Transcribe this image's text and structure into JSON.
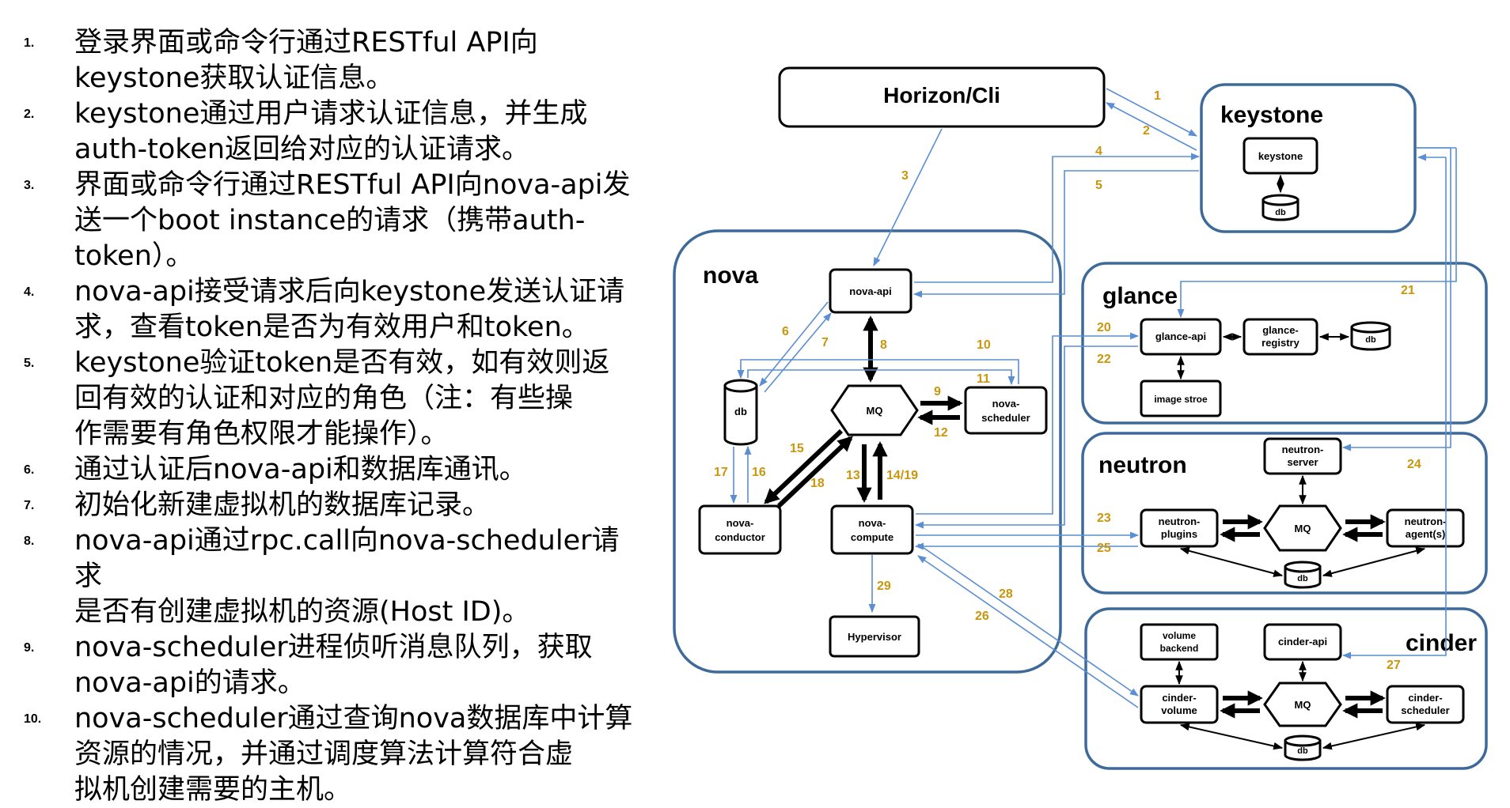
{
  "steps": [
    {
      "num": "1.",
      "lines": [
        "登录界面或命令行通过RESTful API向",
        "keystone获取认证信息。"
      ]
    },
    {
      "num": "2.",
      "lines": [
        "keystone通过用户请求认证信息，并生成",
        "auth-token返回给对应的认证请求。"
      ]
    },
    {
      "num": "3.",
      "lines": [
        "界面或命令行通过RESTful API向nova-api发",
        "送一个boot instance的请求（携带auth-",
        "token）。"
      ]
    },
    {
      "num": "4.",
      "lines": [
        "nova-api接受请求后向keystone发送认证请",
        "求，查看token是否为有效用户和token。"
      ]
    },
    {
      "num": "5.",
      "lines": [
        "keystone验证token是否有效，如有效则返",
        "回有效的认证和对应的角色（注：有些操",
        "作需要有角色权限才能操作）。"
      ]
    },
    {
      "num": "6.",
      "lines": [
        "通过认证后nova-api和数据库通讯。"
      ]
    },
    {
      "num": "7.",
      "lines": [
        "初始化新建虚拟机的数据库记录。"
      ]
    },
    {
      "num": "8.",
      "lines": [
        "nova-api通过rpc.call向nova-scheduler请求",
        "是否有创建虚拟机的资源(Host ID)。"
      ]
    },
    {
      "num": "9.",
      "lines": [
        "nova-scheduler进程侦听消息队列，获取",
        "nova-api的请求。"
      ]
    },
    {
      "num": "10.",
      "lines": [
        "nova-scheduler通过查询nova数据库中计算",
        "资源的情况，并通过调度算法计算符合虚",
        "拟机创建需要的主机。"
      ]
    }
  ],
  "diagram": {
    "horizon": "Horizon/Cli",
    "groups": {
      "keystone": "keystone",
      "nova": "nova",
      "glance": "glance",
      "neutron": "neutron",
      "cinder": "cinder"
    },
    "components": {
      "keystone": "keystone",
      "db": "db",
      "nova_api": "nova-api",
      "mq": "MQ",
      "nova_scheduler": [
        "nova-",
        "scheduler"
      ],
      "nova_conductor": [
        "nova-",
        "conductor"
      ],
      "nova_compute": [
        "nova-",
        "compute"
      ],
      "hypervisor": "Hypervisor",
      "glance_api": "glance-api",
      "glance_registry": [
        "glance-",
        "registry"
      ],
      "image_store": "image stroe",
      "neutron_server": [
        "neutron-",
        "server"
      ],
      "neutron_plugins": [
        "neutron-",
        "plugins"
      ],
      "neutron_agents": [
        "neutron-",
        "agent(s)"
      ],
      "volume_backend": [
        "volume",
        "backend"
      ],
      "cinder_api": "cinder-api",
      "cinder_volume": [
        "cinder-",
        "volume"
      ],
      "cinder_scheduler": [
        "cinder-",
        "scheduler"
      ]
    },
    "step_numbers": [
      "1",
      "2",
      "3",
      "4",
      "5",
      "6",
      "7",
      "8",
      "9",
      "10",
      "11",
      "12",
      "13",
      "14/19",
      "15",
      "16",
      "17",
      "18",
      "20",
      "21",
      "22",
      "23",
      "24",
      "25",
      "26",
      "27",
      "28",
      "29"
    ],
    "colors": {
      "group_border": "#3e6a9a",
      "blue_arrow": "#5b8ed2",
      "step_number": "#c9960c"
    }
  }
}
